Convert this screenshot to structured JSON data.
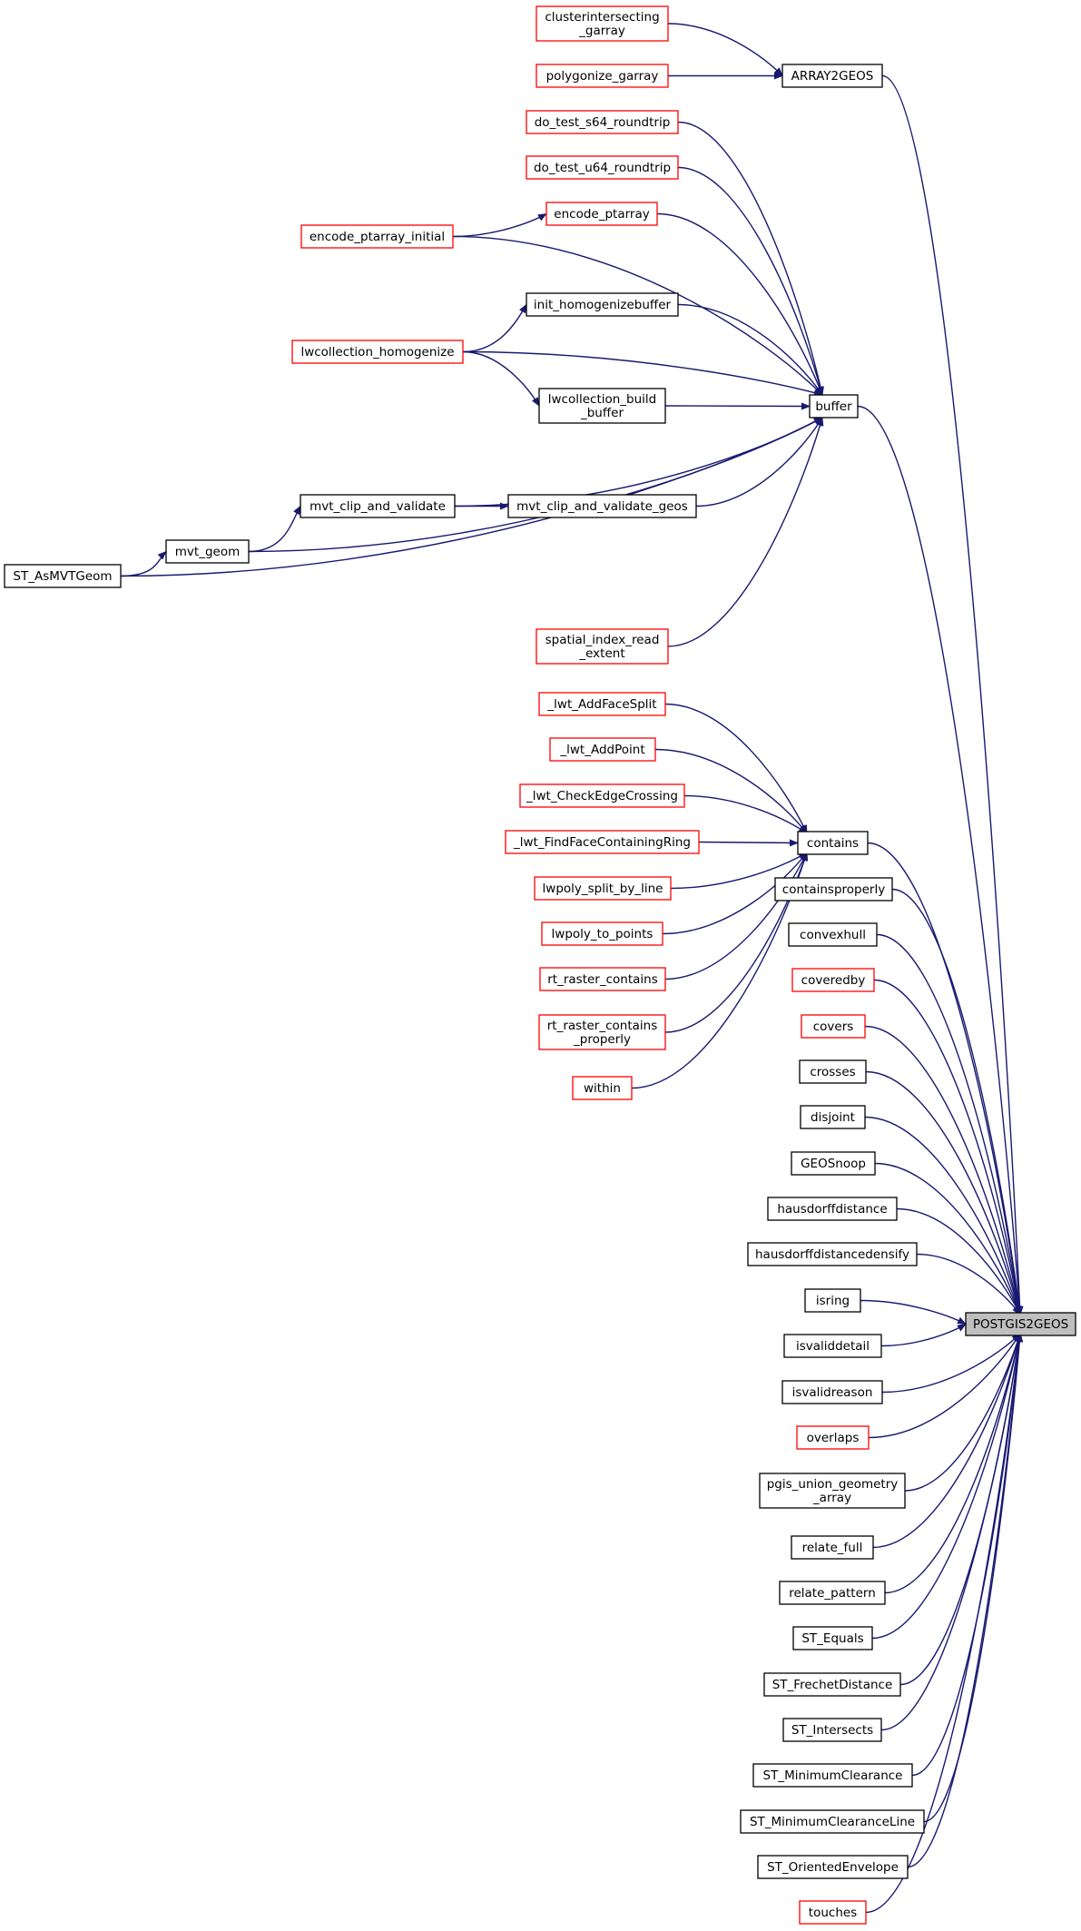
{
  "graph": {
    "edge_color": "#191970",
    "node_border_default": "#000000",
    "node_border_truncated": "#ff0000",
    "focus_fill": "#bfbfbf",
    "nodes": [
      {
        "id": "clusterintersecting_garray",
        "lines": [
          "clusterintersecting",
          "_garray"
        ],
        "border": "red"
      },
      {
        "id": "polygonize_garray",
        "lines": [
          "polygonize_garray"
        ],
        "border": "red"
      },
      {
        "id": "ARRAY2GEOS",
        "lines": [
          "ARRAY2GEOS"
        ],
        "border": "black"
      },
      {
        "id": "do_test_s64_roundtrip",
        "lines": [
          "do_test_s64_roundtrip"
        ],
        "border": "red"
      },
      {
        "id": "do_test_u64_roundtrip",
        "lines": [
          "do_test_u64_roundtrip"
        ],
        "border": "red"
      },
      {
        "id": "encode_ptarray",
        "lines": [
          "encode_ptarray"
        ],
        "border": "red"
      },
      {
        "id": "encode_ptarray_initial",
        "lines": [
          "encode_ptarray_initial"
        ],
        "border": "red"
      },
      {
        "id": "init_homogenizebuffer",
        "lines": [
          "init_homogenizebuffer"
        ],
        "border": "black"
      },
      {
        "id": "lwcollection_homogenize",
        "lines": [
          "lwcollection_homogenize"
        ],
        "border": "red"
      },
      {
        "id": "lwcollection_build_buffer",
        "lines": [
          "lwcollection_build",
          "_buffer"
        ],
        "border": "black"
      },
      {
        "id": "buffer",
        "lines": [
          "buffer"
        ],
        "border": "black"
      },
      {
        "id": "mvt_clip_and_validate",
        "lines": [
          "mvt_clip_and_validate"
        ],
        "border": "black"
      },
      {
        "id": "mvt_clip_and_validate_geos",
        "lines": [
          "mvt_clip_and_validate_geos"
        ],
        "border": "black"
      },
      {
        "id": "mvt_geom",
        "lines": [
          "mvt_geom"
        ],
        "border": "black"
      },
      {
        "id": "ST_AsMVTGeom",
        "lines": [
          "ST_AsMVTGeom"
        ],
        "border": "black"
      },
      {
        "id": "spatial_index_read_extent",
        "lines": [
          "spatial_index_read",
          "_extent"
        ],
        "border": "red"
      },
      {
        "id": "_lwt_AddFaceSplit",
        "lines": [
          "_lwt_AddFaceSplit"
        ],
        "border": "red"
      },
      {
        "id": "_lwt_AddPoint",
        "lines": [
          "_lwt_AddPoint"
        ],
        "border": "red"
      },
      {
        "id": "_lwt_CheckEdgeCrossing",
        "lines": [
          "_lwt_CheckEdgeCrossing"
        ],
        "border": "red"
      },
      {
        "id": "_lwt_FindFaceContainingRing",
        "lines": [
          "_lwt_FindFaceContainingRing"
        ],
        "border": "red"
      },
      {
        "id": "contains",
        "lines": [
          "contains"
        ],
        "border": "black"
      },
      {
        "id": "lwpoly_split_by_line",
        "lines": [
          "lwpoly_split_by_line"
        ],
        "border": "red"
      },
      {
        "id": "lwpoly_to_points",
        "lines": [
          "lwpoly_to_points"
        ],
        "border": "red"
      },
      {
        "id": "rt_raster_contains",
        "lines": [
          "rt_raster_contains"
        ],
        "border": "red"
      },
      {
        "id": "rt_raster_contains_properly",
        "lines": [
          "rt_raster_contains",
          "_properly"
        ],
        "border": "red"
      },
      {
        "id": "within",
        "lines": [
          "within"
        ],
        "border": "red"
      },
      {
        "id": "containsproperly",
        "lines": [
          "containsproperly"
        ],
        "border": "black"
      },
      {
        "id": "convexhull",
        "lines": [
          "convexhull"
        ],
        "border": "black"
      },
      {
        "id": "coveredby",
        "lines": [
          "coveredby"
        ],
        "border": "red"
      },
      {
        "id": "covers",
        "lines": [
          "covers"
        ],
        "border": "red"
      },
      {
        "id": "crosses",
        "lines": [
          "crosses"
        ],
        "border": "black"
      },
      {
        "id": "disjoint",
        "lines": [
          "disjoint"
        ],
        "border": "black"
      },
      {
        "id": "GEOSnoop",
        "lines": [
          "GEOSnoop"
        ],
        "border": "black"
      },
      {
        "id": "hausdorffdistance",
        "lines": [
          "hausdorffdistance"
        ],
        "border": "black"
      },
      {
        "id": "hausdorffdistancedensify",
        "lines": [
          "hausdorffdistancedensify"
        ],
        "border": "black"
      },
      {
        "id": "isring",
        "lines": [
          "isring"
        ],
        "border": "black"
      },
      {
        "id": "POSTGIS2GEOS",
        "lines": [
          "POSTGIS2GEOS"
        ],
        "border": "black",
        "focus": true
      },
      {
        "id": "isvaliddetail",
        "lines": [
          "isvaliddetail"
        ],
        "border": "black"
      },
      {
        "id": "isvalidreason",
        "lines": [
          "isvalidreason"
        ],
        "border": "black"
      },
      {
        "id": "overlaps",
        "lines": [
          "overlaps"
        ],
        "border": "red"
      },
      {
        "id": "pgis_union_geometry_array",
        "lines": [
          "pgis_union_geometry",
          "_array"
        ],
        "border": "black"
      },
      {
        "id": "relate_full",
        "lines": [
          "relate_full"
        ],
        "border": "black"
      },
      {
        "id": "relate_pattern",
        "lines": [
          "relate_pattern"
        ],
        "border": "black"
      },
      {
        "id": "ST_Equals",
        "lines": [
          "ST_Equals"
        ],
        "border": "black"
      },
      {
        "id": "ST_FrechetDistance",
        "lines": [
          "ST_FrechetDistance"
        ],
        "border": "black"
      },
      {
        "id": "ST_Intersects",
        "lines": [
          "ST_Intersects"
        ],
        "border": "black"
      },
      {
        "id": "ST_MinimumClearance",
        "lines": [
          "ST_MinimumClearance"
        ],
        "border": "black"
      },
      {
        "id": "ST_MinimumClearanceLine",
        "lines": [
          "ST_MinimumClearanceLine"
        ],
        "border": "black"
      },
      {
        "id": "ST_OrientedEnvelope",
        "lines": [
          "ST_OrientedEnvelope"
        ],
        "border": "black"
      },
      {
        "id": "touches",
        "lines": [
          "touches"
        ],
        "border": "red"
      }
    ],
    "edges": [
      {
        "from": "clusterintersecting_garray",
        "to": "ARRAY2GEOS"
      },
      {
        "from": "polygonize_garray",
        "to": "ARRAY2GEOS"
      },
      {
        "from": "ARRAY2GEOS",
        "to": "POSTGIS2GEOS"
      },
      {
        "from": "do_test_s64_roundtrip",
        "to": "buffer"
      },
      {
        "from": "do_test_u64_roundtrip",
        "to": "buffer"
      },
      {
        "from": "encode_ptarray",
        "to": "buffer"
      },
      {
        "from": "encode_ptarray_initial",
        "to": "encode_ptarray"
      },
      {
        "from": "encode_ptarray_initial",
        "to": "buffer"
      },
      {
        "from": "init_homogenizebuffer",
        "to": "buffer"
      },
      {
        "from": "lwcollection_homogenize",
        "to": "init_homogenizebuffer"
      },
      {
        "from": "lwcollection_homogenize",
        "to": "buffer"
      },
      {
        "from": "lwcollection_homogenize",
        "to": "lwcollection_build_buffer"
      },
      {
        "from": "lwcollection_build_buffer",
        "to": "buffer"
      },
      {
        "from": "mvt_clip_and_validate",
        "to": "buffer"
      },
      {
        "from": "mvt_clip_and_validate",
        "to": "mvt_clip_and_validate_geos"
      },
      {
        "from": "mvt_clip_and_validate_geos",
        "to": "buffer"
      },
      {
        "from": "mvt_geom",
        "to": "mvt_clip_and_validate"
      },
      {
        "from": "mvt_geom",
        "to": "buffer"
      },
      {
        "from": "ST_AsMVTGeom",
        "to": "mvt_geom"
      },
      {
        "from": "ST_AsMVTGeom",
        "to": "buffer"
      },
      {
        "from": "spatial_index_read_extent",
        "to": "buffer"
      },
      {
        "from": "buffer",
        "to": "POSTGIS2GEOS"
      },
      {
        "from": "_lwt_AddFaceSplit",
        "to": "contains"
      },
      {
        "from": "_lwt_AddPoint",
        "to": "contains"
      },
      {
        "from": "_lwt_CheckEdgeCrossing",
        "to": "contains"
      },
      {
        "from": "_lwt_FindFaceContainingRing",
        "to": "contains"
      },
      {
        "from": "lwpoly_split_by_line",
        "to": "contains"
      },
      {
        "from": "lwpoly_to_points",
        "to": "contains"
      },
      {
        "from": "rt_raster_contains",
        "to": "contains"
      },
      {
        "from": "rt_raster_contains_properly",
        "to": "contains"
      },
      {
        "from": "within",
        "to": "contains"
      },
      {
        "from": "contains",
        "to": "POSTGIS2GEOS"
      },
      {
        "from": "containsproperly",
        "to": "POSTGIS2GEOS"
      },
      {
        "from": "convexhull",
        "to": "POSTGIS2GEOS"
      },
      {
        "from": "coveredby",
        "to": "POSTGIS2GEOS"
      },
      {
        "from": "covers",
        "to": "POSTGIS2GEOS"
      },
      {
        "from": "crosses",
        "to": "POSTGIS2GEOS"
      },
      {
        "from": "disjoint",
        "to": "POSTGIS2GEOS"
      },
      {
        "from": "GEOSnoop",
        "to": "POSTGIS2GEOS"
      },
      {
        "from": "hausdorffdistance",
        "to": "POSTGIS2GEOS"
      },
      {
        "from": "hausdorffdistancedensify",
        "to": "POSTGIS2GEOS"
      },
      {
        "from": "isring",
        "to": "POSTGIS2GEOS"
      },
      {
        "from": "isvaliddetail",
        "to": "POSTGIS2GEOS"
      },
      {
        "from": "isvalidreason",
        "to": "POSTGIS2GEOS"
      },
      {
        "from": "overlaps",
        "to": "POSTGIS2GEOS"
      },
      {
        "from": "pgis_union_geometry_array",
        "to": "POSTGIS2GEOS"
      },
      {
        "from": "relate_full",
        "to": "POSTGIS2GEOS"
      },
      {
        "from": "relate_pattern",
        "to": "POSTGIS2GEOS"
      },
      {
        "from": "ST_Equals",
        "to": "POSTGIS2GEOS"
      },
      {
        "from": "ST_FrechetDistance",
        "to": "POSTGIS2GEOS"
      },
      {
        "from": "ST_Intersects",
        "to": "POSTGIS2GEOS"
      },
      {
        "from": "ST_MinimumClearance",
        "to": "POSTGIS2GEOS"
      },
      {
        "from": "ST_MinimumClearanceLine",
        "to": "POSTGIS2GEOS"
      },
      {
        "from": "ST_OrientedEnvelope",
        "to": "POSTGIS2GEOS"
      },
      {
        "from": "touches",
        "to": "POSTGIS2GEOS"
      }
    ]
  }
}
